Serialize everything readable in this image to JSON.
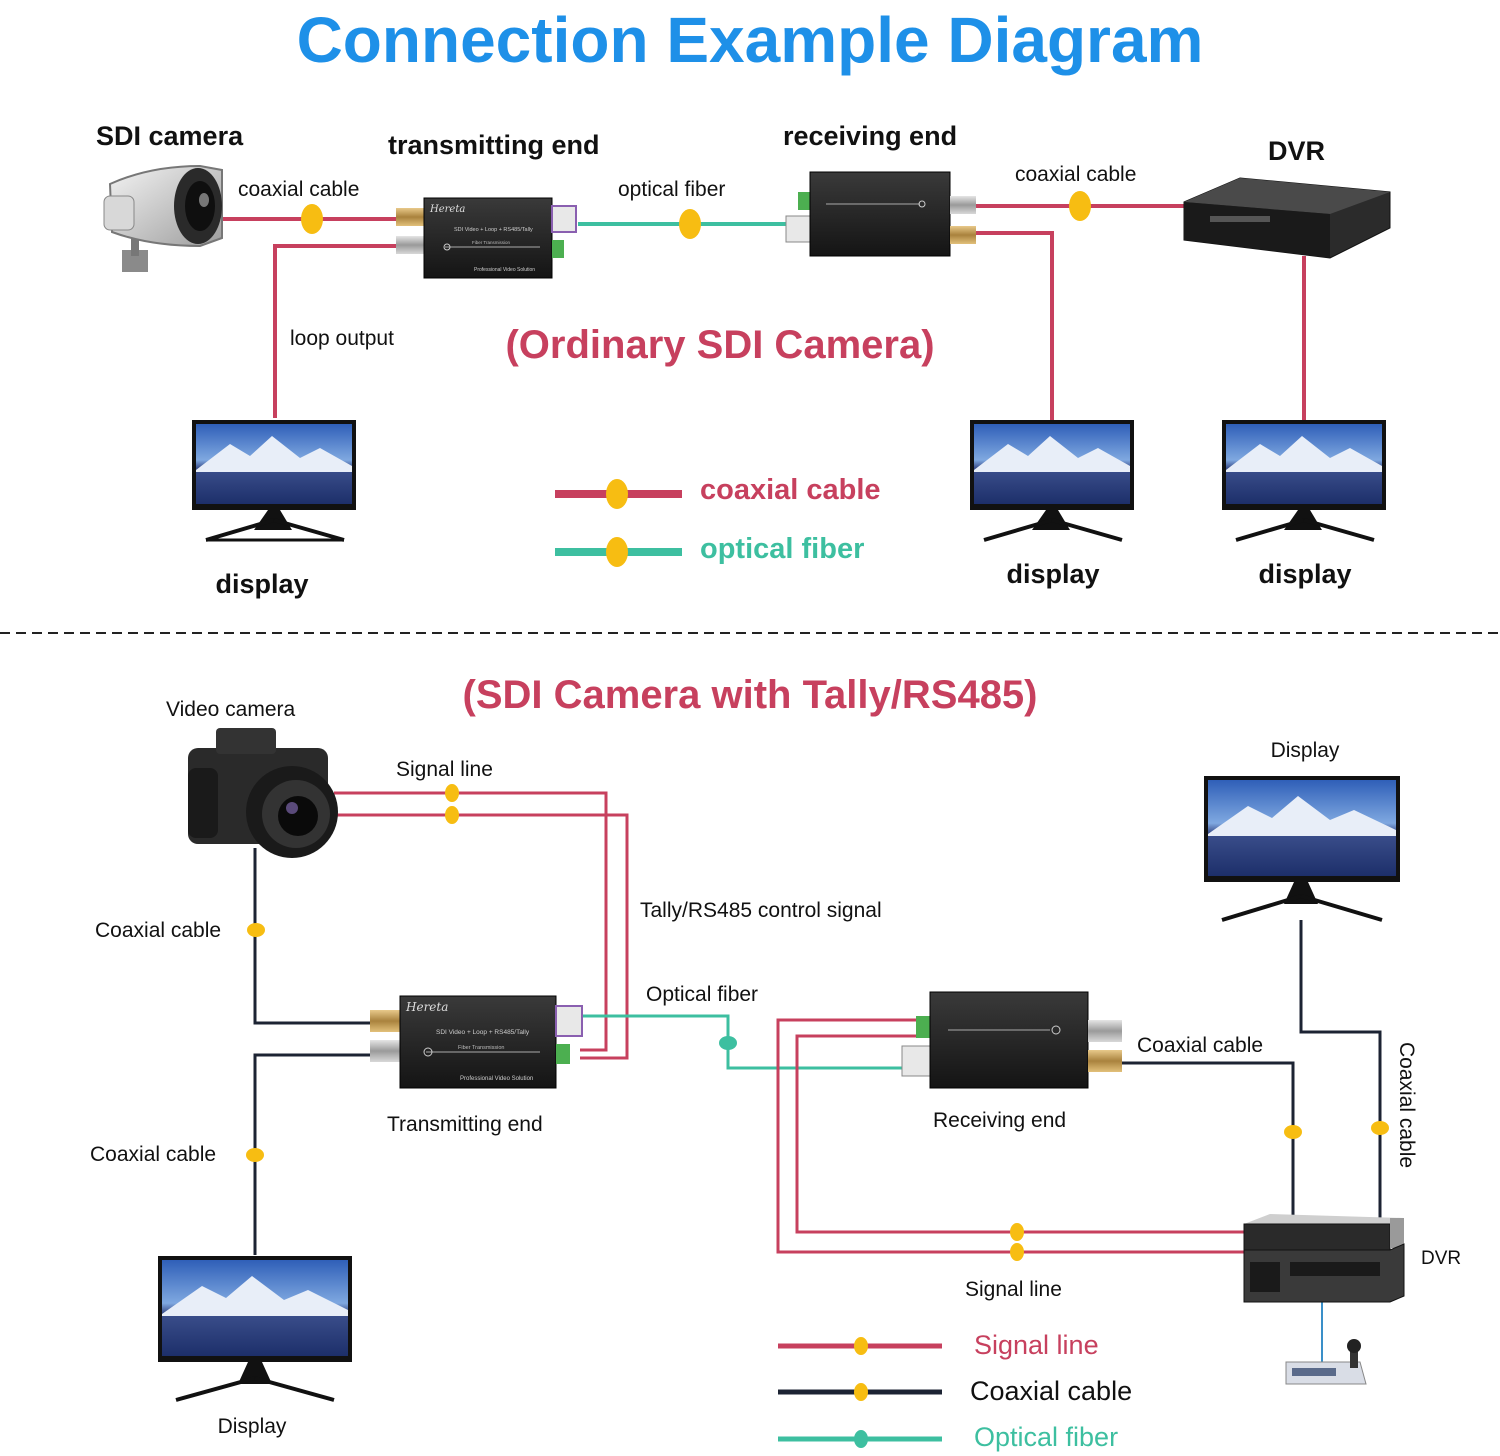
{
  "title": "Connection Example Diagram",
  "colors": {
    "title": "#1e90e8",
    "signal": "#c7405e",
    "coax_black": "#1c2333",
    "fiber": "#3dbfa0",
    "node": "#f7bd12",
    "fiber_node": "#3dbfa0"
  },
  "section1": {
    "heading": "(Ordinary SDI Camera)",
    "labels": {
      "sdi_camera": "SDI camera",
      "transmitting_end": "transmitting end",
      "receiving_end": "receiving end",
      "dvr": "DVR",
      "coaxial_cable_left": "coaxial cable",
      "optical_fiber": "optical fiber",
      "coaxial_cable_right": "coaxial cable",
      "loop_output": "loop output",
      "display_left": "display",
      "display_mid": "display",
      "display_right": "display"
    },
    "legend": [
      {
        "label": "coaxial cable",
        "color": "#c7405e"
      },
      {
        "label": "optical fiber",
        "color": "#3dbfa0"
      }
    ]
  },
  "section2": {
    "heading": "(SDI Camera with Tally/RS485)",
    "labels": {
      "video_camera": "Video camera",
      "signal_line_top": "Signal line",
      "tally": "Tally/RS485 control signal",
      "coaxial_cable_1": "Coaxial cable",
      "optical_fiber": "Optical fiber",
      "transmitting_end": "Transmitting end",
      "receiving_end": "Receiving end",
      "coaxial_cable_2": "Coaxial cable",
      "coaxial_cable_3": "Coaxial cable",
      "coaxial_cable_vertical": "Coaxial cable",
      "display_top": "Display",
      "display_bottom": "Display",
      "dvr": "DVR",
      "signal_line_bottom": "Signal line"
    },
    "legend": [
      {
        "label": "Signal line",
        "color": "#c7405e"
      },
      {
        "label": "Coaxial cable",
        "color": "#1c2333"
      },
      {
        "label": "Optical fiber",
        "color": "#3dbfa0"
      }
    ]
  },
  "device": {
    "brand": "Hereta",
    "model_line": "SDI Video + Loop + RS485/Tally",
    "sub_line": "Fiber Transmission",
    "slogan": "Professional Video Solution"
  }
}
